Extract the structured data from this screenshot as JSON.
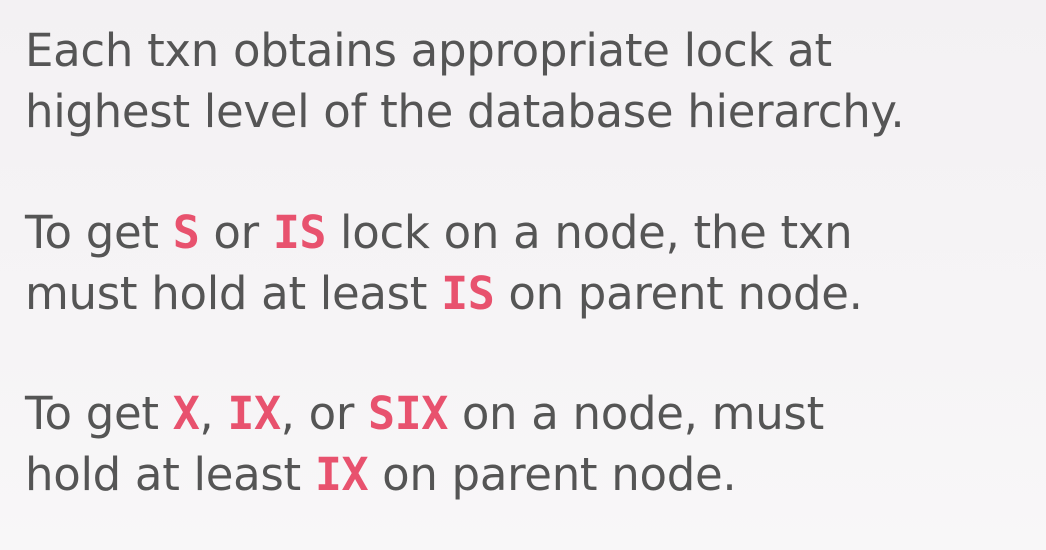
{
  "slide": {
    "para1": {
      "line1": "Each txn obtains appropriate lock at",
      "line2": "highest level of the database hierarchy."
    },
    "para2": {
      "l1_t1": "To get ",
      "l1_k1": "S",
      "l1_t2": " or ",
      "l1_k2": "IS",
      "l1_t3": " lock on a node, the txn",
      "l2_t1": "must hold at least ",
      "l2_k1": "IS",
      "l2_t2": " on parent node."
    },
    "para3": {
      "l1_t1": "To get ",
      "l1_k1": "X",
      "l1_t2": ", ",
      "l1_k2": "IX",
      "l1_t3": ", or ",
      "l1_k3": "SIX",
      "l1_t4": " on a node, must",
      "l2_t1": "hold at least ",
      "l2_k1": "IX",
      "l2_t2": " on parent node."
    }
  },
  "colors": {
    "text": "#555555",
    "keyword": "#e8526e",
    "background": "#f5f3f5"
  }
}
